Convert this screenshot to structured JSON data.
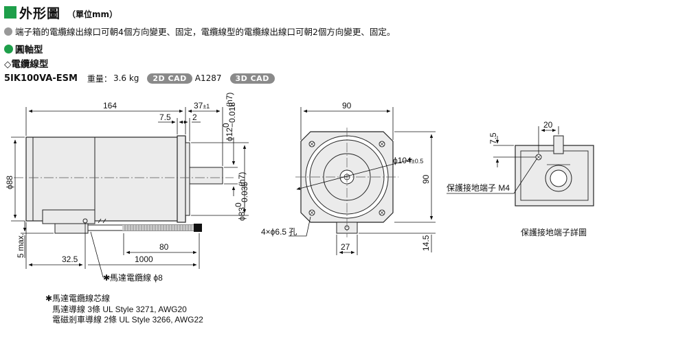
{
  "header": {
    "title": "外形圖",
    "unit": "（單位mm）"
  },
  "note": "端子箱的電纜線出線口可朝4個方向變更、固定，電纜線型的電纜線出線口可朝2個方向變更、固定。",
  "shaft_type": "圓軸型",
  "cable_type": "◇電纜線型",
  "model": {
    "name": "5IK100VA-ESM",
    "weight_label": "重量：",
    "weight_value": "3.6 kg",
    "cad2d": "2D CAD",
    "cad2d_num": "A1287",
    "cad3d": "3D CAD"
  },
  "dims": {
    "d164": "164",
    "d37": "37",
    "d37tol": "±1",
    "d7_5": "7.5",
    "d2": "2",
    "d12": "ϕ12",
    "d12tol_top": "0",
    "d12tol_bot": "−0.018",
    "d12fit": "(h7)",
    "d83": "ϕ83",
    "d83tol_top": "0",
    "d83tol_bot": "−0.035",
    "d83fit": "(h7)",
    "d88": "ϕ88",
    "d5max": "5 max.",
    "d32_5": "32.5",
    "d80": "80",
    "d1000": "1000",
    "d90top": "90",
    "d90side": "90",
    "d104": "ϕ104",
    "d104tol": "±0.5",
    "holes": "4×ϕ6.5 孔",
    "d27": "27",
    "d14_5": "14.5",
    "detail_20": "20",
    "detail_7_5": "7.5"
  },
  "labels": {
    "cable_motor": "✱馬達電纜線 ϕ8",
    "ground_m4": "保護接地端子 M4",
    "ground_detail": "保護接地端子詳圖"
  },
  "core": {
    "title": "✱馬達電纜線芯線",
    "line1": "馬達導線 3條 UL Style 3271, AWG20",
    "line2": "電磁剎車導線 2條 UL Style 3266, AWG22"
  },
  "colors": {
    "accent": "#1e9f4a",
    "bullet_gray": "#999999",
    "badge": "#8a8a8a",
    "part_fill": "#ebebeb"
  }
}
